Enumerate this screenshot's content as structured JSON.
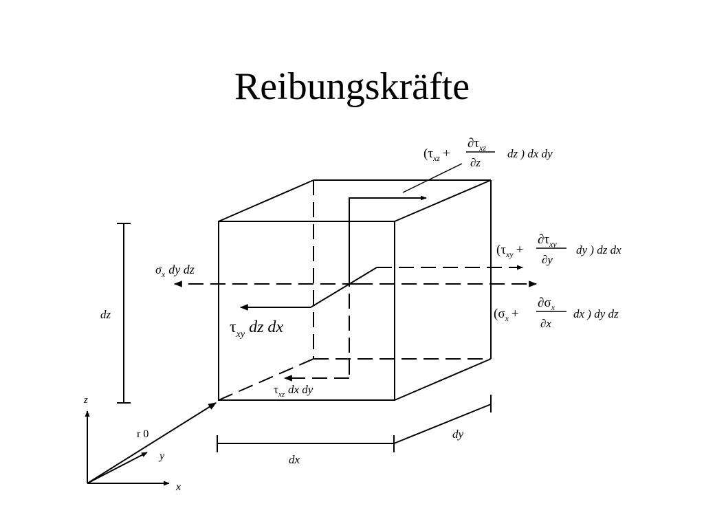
{
  "title": "Reibungskräfte",
  "labels": {
    "dz": "dz",
    "dx": "dx",
    "dy": "dy",
    "axis_z": "z",
    "axis_y": "y",
    "axis_x": "x",
    "r0": "r 0",
    "sigma_left": "σ",
    "sigma_left_sub": "x",
    "sigma_left_rest": "dy dz",
    "tau_xy_left": "τ",
    "tau_xy_left_sub": "xy",
    "tau_xy_left_rest": "dz dx",
    "tau_xz_bottom": "τ",
    "tau_xz_bottom_sub": "xz",
    "tau_xz_bottom_rest": "dx dy"
  },
  "formulas": {
    "top": {
      "open": "(τ",
      "sub": "xz",
      "plus": "+",
      "num": "∂τ",
      "num_sub": "xz",
      "den": "∂z",
      "tail": "dz ) dx dy"
    },
    "mid": {
      "open": "(τ",
      "sub": "xy",
      "plus": "+",
      "num": "∂τ",
      "num_sub": "xy",
      "den": "∂y",
      "tail": "dy ) dz dx"
    },
    "bottom": {
      "open": "(σ",
      "sub": "x",
      "plus": "+",
      "num": "∂σ",
      "num_sub": "x",
      "den": "∂x",
      "tail": "dx ) dy dz"
    }
  }
}
